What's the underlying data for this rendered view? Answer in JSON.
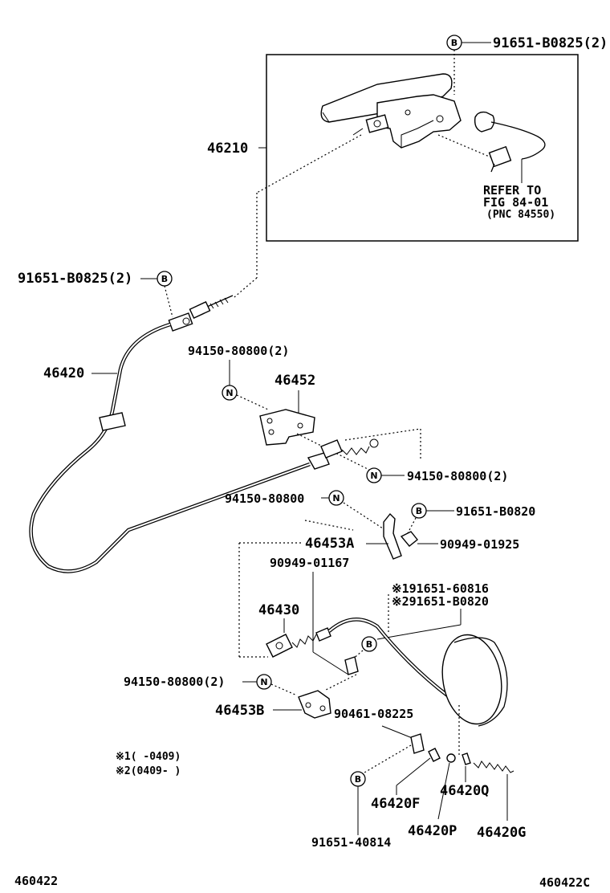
{
  "labels": {
    "p_91651_B0825_top": "91651-B0825(2)",
    "p_46210": "46210",
    "refer_1": "REFER TO",
    "refer_2": "FIG 84-01",
    "refer_3": "(PNC 84550)",
    "p_91651_B0825_left": "91651-B0825(2)",
    "p_46420": "46420",
    "p_94150_80800_2a": "94150-80800(2)",
    "p_46452": "46452",
    "p_94150_80800_2b": "94150-80800(2)",
    "p_94150_80800": "94150-80800",
    "p_91651_B0820": "91651-B0820",
    "p_46453A": "46453A",
    "p_90949_01925": "90949-01925",
    "p_90949_01167": "90949-01167",
    "p_alt1": "※191651-60816",
    "p_alt2": "※291651-B0820",
    "p_46430": "46430",
    "p_94150_80800_2c": "94150-80800(2)",
    "p_46453B": "46453B",
    "p_90461_08225": "90461-08225",
    "note1": "※1(      -0409)",
    "note2": "※2(0409-      )",
    "p_46420F": "46420F",
    "p_46420Q": "46420Q",
    "p_46420P": "46420P",
    "p_46420G": "46420G",
    "p_91651_40814": "91651-40814",
    "fig_left": "460422",
    "fig_right": "460422C"
  },
  "markers": {
    "B": "B",
    "N": "N"
  }
}
